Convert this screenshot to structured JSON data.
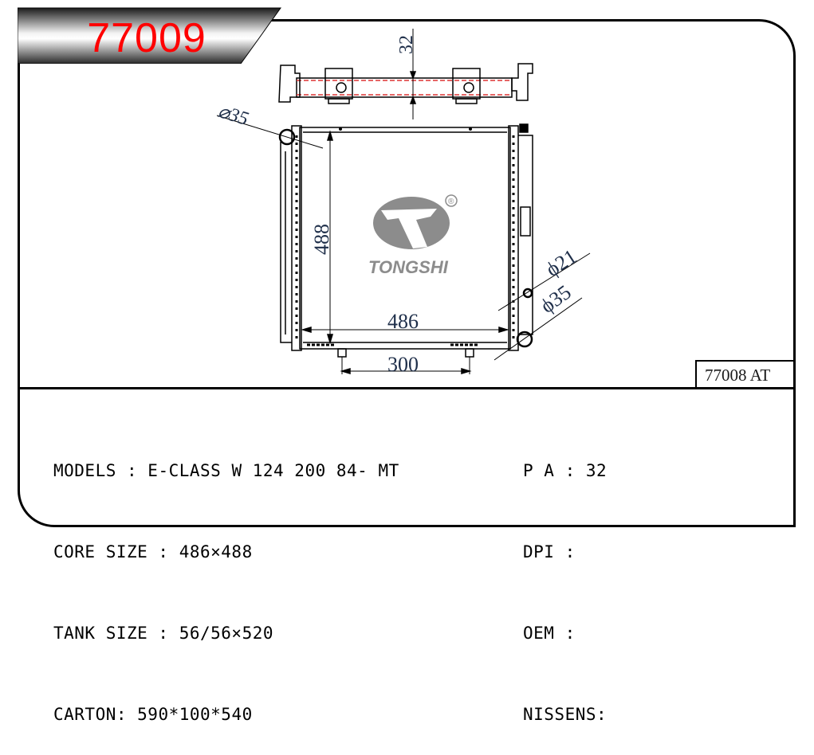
{
  "header": {
    "part_number": "77009",
    "part_number_color": "#ff0000"
  },
  "drawing": {
    "dimensions": {
      "tank_thickness": "32",
      "inlet_diameter": "⌀35",
      "core_height": "488",
      "core_width": "486",
      "bracket_spacing": "300",
      "small_port_diameter": "ϕ21",
      "outlet_diameter": "ϕ35"
    },
    "logo": {
      "brand": "TONGSHI",
      "registered_mark": "®",
      "color": "#8c8c8c"
    }
  },
  "reference": {
    "label": "77008  AT"
  },
  "specs": {
    "left": [
      {
        "label": "MODELS : ",
        "value": "E-CLASS W 124 200 84- MT"
      },
      {
        "label": "CORE SIZE : ",
        "value": "486×488"
      },
      {
        "label": "TANK SIZE : ",
        "value": "56/56×520"
      },
      {
        "label": "CARTON: ",
        "value": "590*100*540"
      }
    ],
    "right": [
      {
        "label": "P A : ",
        "value": "32"
      },
      {
        "label": "DPI : ",
        "value": ""
      },
      {
        "label": "OEM : ",
        "value": ""
      },
      {
        "label": "NISSENS:",
        "value": ""
      }
    ]
  }
}
